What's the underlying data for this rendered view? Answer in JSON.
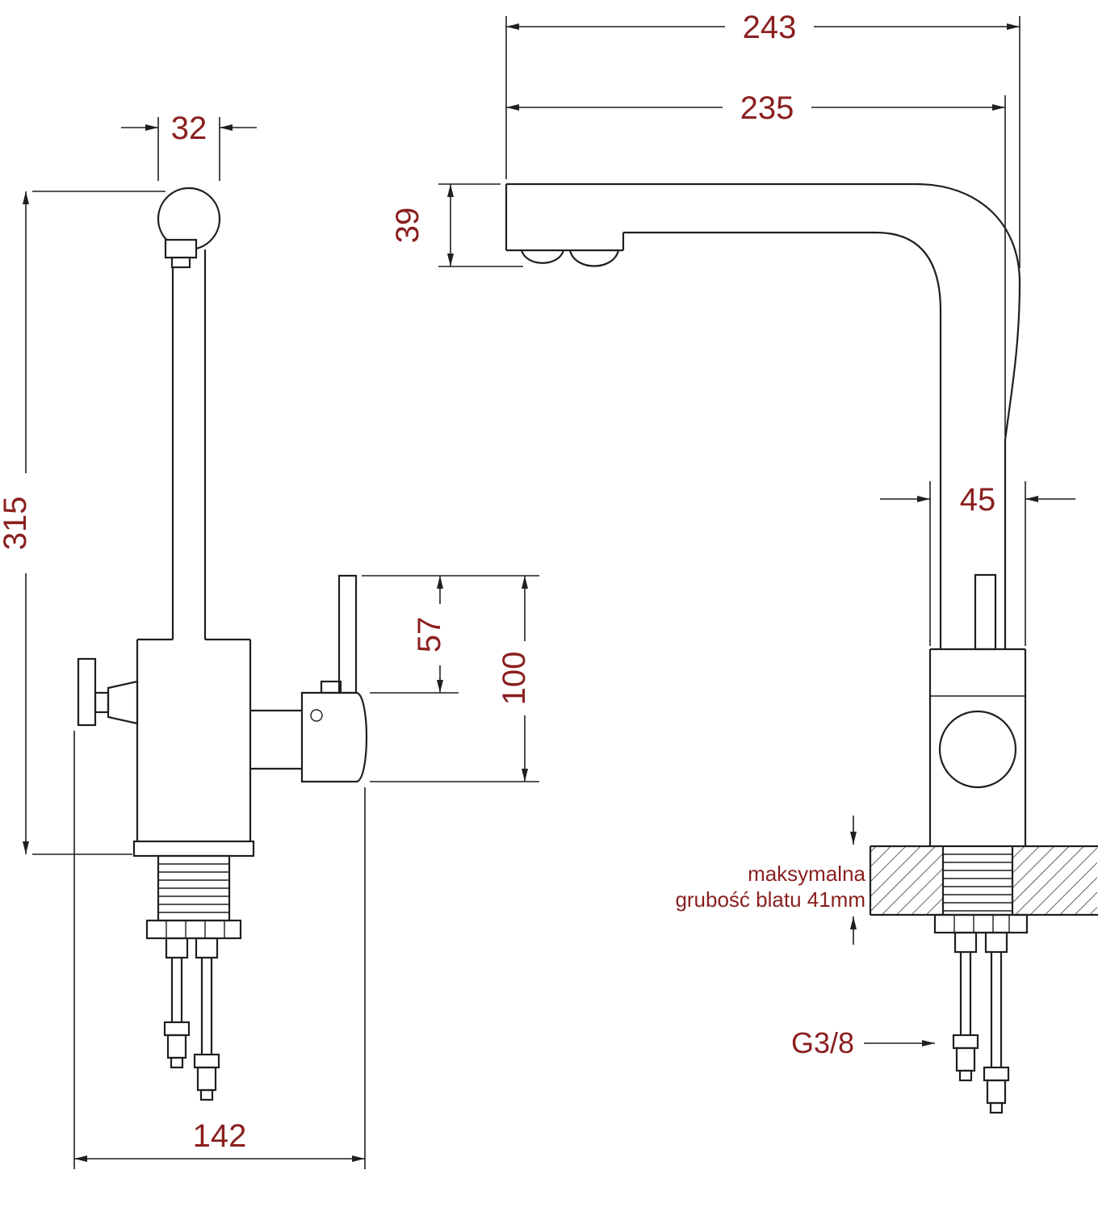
{
  "colors": {
    "line": "#1f1f1f",
    "dimension_text": "#8a1f1f",
    "background": "#ffffff"
  },
  "front_view": {
    "dim_head_width": "32",
    "dim_total_height": "315",
    "dim_lever_height": "57",
    "dim_handle_assembly_height": "100",
    "dim_base_span": "142"
  },
  "side_view": {
    "dim_overall_depth": "243",
    "dim_spout_reach": "235",
    "dim_spout_height": "39",
    "dim_body_depth": "45",
    "counter_note_line1": "maksymalna",
    "counter_note_line2": "grubość blatu 41mm",
    "thread_label": "G3/8"
  }
}
